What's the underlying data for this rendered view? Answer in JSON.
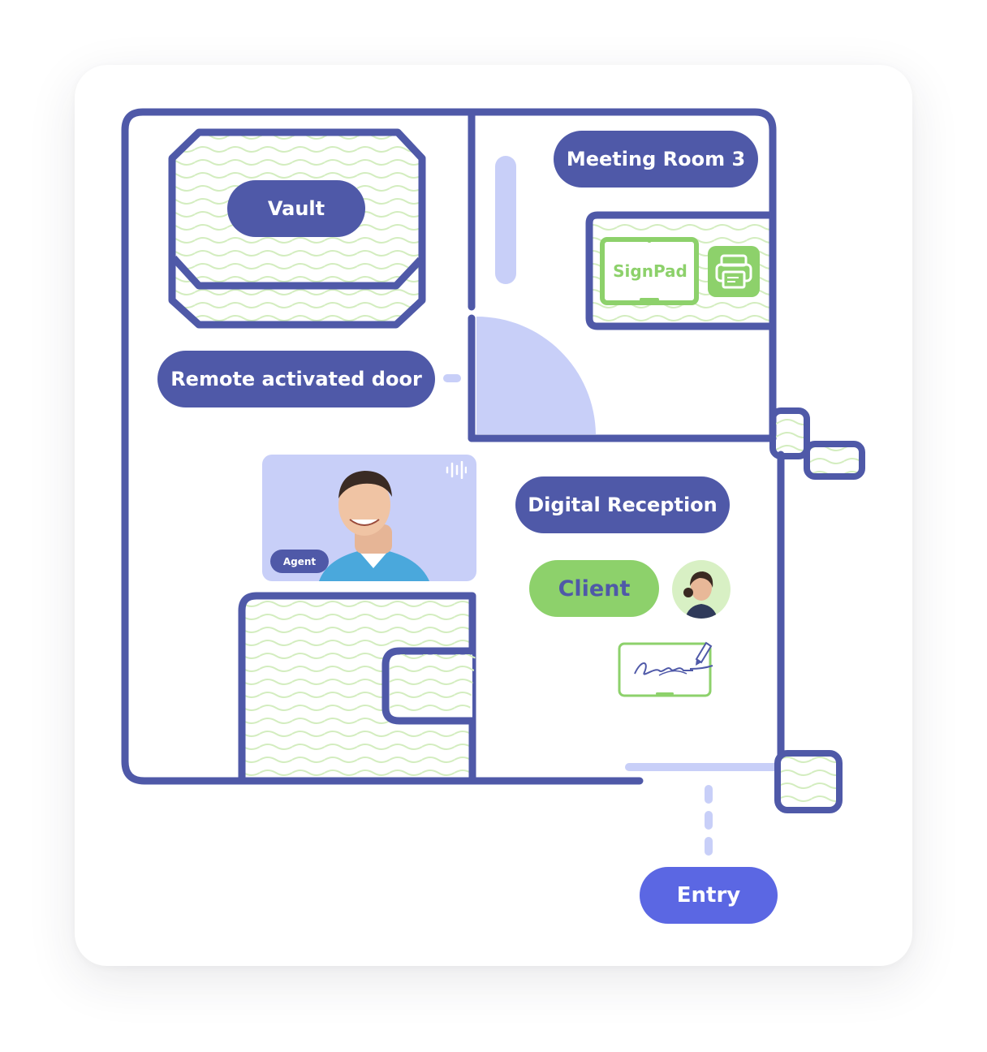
{
  "labels": {
    "meeting_room": "Meeting Room 3",
    "vault": "Vault",
    "remote_door": "Remote activated door",
    "digital_reception": "Digital Reception",
    "client": "Client",
    "entry": "Entry",
    "signpad": "SignPad",
    "agent": "Agent"
  },
  "colors": {
    "wall": "#4f59a8",
    "accent_light": "#c8cff8",
    "green": "#8dd16b",
    "entry": "#5b67e3",
    "wave": "#d3edbf"
  },
  "icons": [
    "printer-icon",
    "audio-wave-icon",
    "pen-icon",
    "tablet-icon",
    "signature-icon"
  ]
}
